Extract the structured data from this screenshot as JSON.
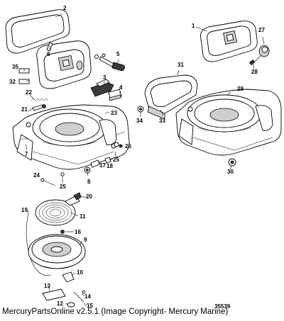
{
  "callouts": {
    "c1": "1",
    "c2": "2",
    "c3": "3",
    "c4": "4",
    "c5": "5",
    "c6": "6",
    "c7": "7",
    "c8": "8",
    "c9": "9",
    "c10": "10",
    "c11": "11",
    "c12": "12",
    "c13": "13",
    "c14": "14",
    "c15": "15",
    "c16": "16",
    "c17": "17",
    "c18": "18",
    "c19": "19",
    "c20": "20",
    "c21": "21",
    "c22": "22",
    "c23": "23",
    "c24": "24",
    "c25a": "25",
    "c25b": "25",
    "c26": "26",
    "c27": "27",
    "c28": "28",
    "c29": "29",
    "c30": "30",
    "c31": "31",
    "c32": "32",
    "c33": "33",
    "c34": "34",
    "c35": "35"
  },
  "diagram_number": "35539",
  "footer": "MercuryPartsOnline v2.5.1 (Image Copyright- Mercury Marine)"
}
